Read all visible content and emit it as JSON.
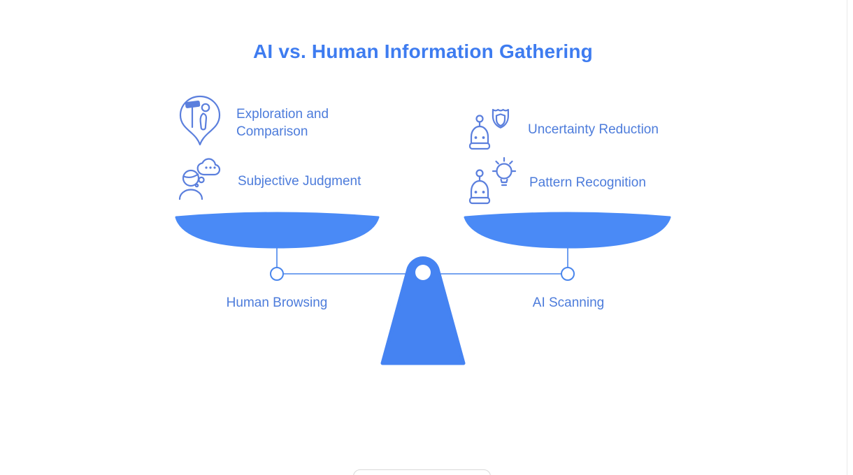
{
  "title": "AI vs. Human Information Gathering",
  "colors": {
    "title_blue": "#3e7cf0",
    "text_blue": "#4d7cdb",
    "pan_fill": "#4a8af6",
    "fulcrum_fill": "#4583f2",
    "beam_stroke": "#4a86ec",
    "icon_stroke": "#5b7fdd"
  },
  "left_side": {
    "label": "Human Browsing",
    "items": [
      {
        "label": "Exploration and Comparison",
        "icon": "explorer-pin-icon"
      },
      {
        "label": "Subjective Judgment",
        "icon": "person-thinking-icon"
      }
    ]
  },
  "right_side": {
    "label": "AI Scanning",
    "items": [
      {
        "label": "Uncertainty Reduction",
        "icon": "robot-shield-icon"
      },
      {
        "label": "Pattern Recognition",
        "icon": "robot-lightbulb-icon"
      }
    ]
  }
}
